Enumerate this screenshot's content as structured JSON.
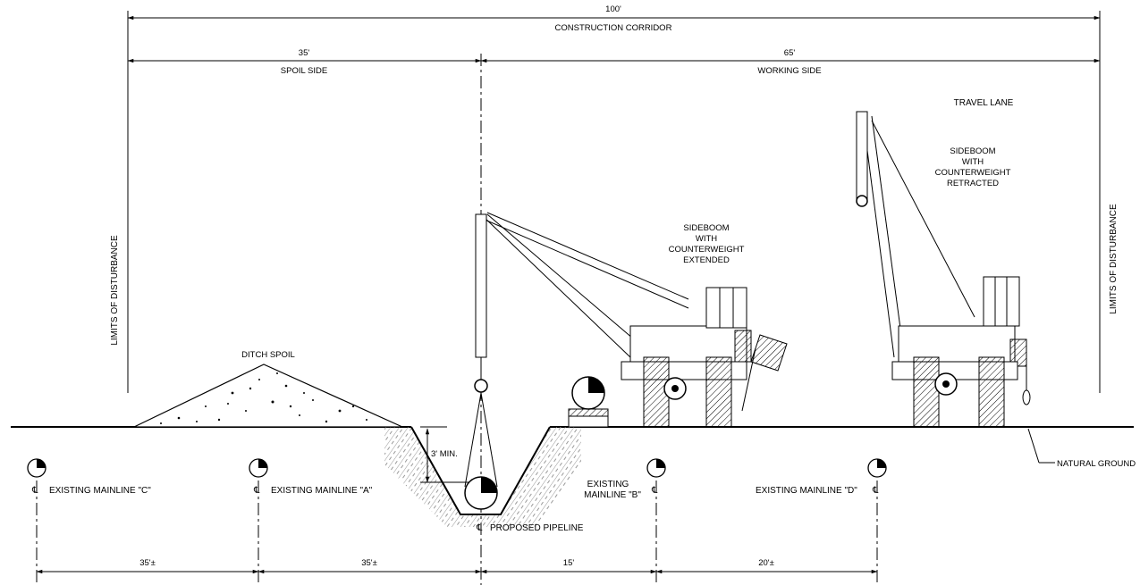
{
  "dimensions": {
    "top_total": "100'",
    "corridor_label": "CONSTRUCTION CORRIDOR",
    "spoil_width": "35'",
    "spoil_label": "SPOIL SIDE",
    "working_width": "65'",
    "working_label": "WORKING SIDE",
    "bottom": [
      "35'±",
      "35'±",
      "15'",
      "20'±"
    ],
    "min_cover": "3' MIN."
  },
  "labels": {
    "limits_left": "LIMITS OF DISTURBANCE",
    "limits_right": "LIMITS OF DISTURBANCE",
    "ditch_spoil": "DITCH SPOIL",
    "travel_lane": "TRAVEL LANE",
    "sideboom_extended": [
      "SIDEBOOM",
      "WITH",
      "COUNTERWEIGHT",
      "EXTENDED"
    ],
    "sideboom_retracted": [
      "SIDEBOOM",
      "WITH",
      "COUNTERWEIGHT",
      "RETRACTED"
    ],
    "natural_ground": "NATURAL GROUND",
    "proposed_pipeline": "PROPOSED PIPELINE",
    "mainline_c": "EXISTING MAINLINE \"C\"",
    "mainline_a": "EXISTING MAINLINE \"A\"",
    "mainline_b": [
      "EXISTING",
      "MAINLINE \"B\""
    ],
    "mainline_d": "EXISTING MAINLINE \"D\"",
    "centerline_symbol": "℄"
  }
}
